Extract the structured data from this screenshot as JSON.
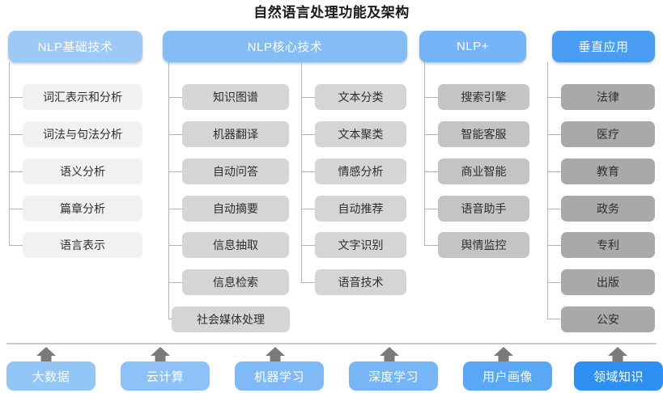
{
  "title": "自然语言处理功能及架构",
  "colors": {
    "header_1": "#9cc9f5",
    "header_2": "#84bdf5",
    "header_3": "#75b4f7",
    "header_4": "#4a9df2",
    "node_light": "#f1f1f1",
    "node_mid": "#d5d5d5",
    "node_gray": "#c4c4c4",
    "node_dark": "#a9a9a9",
    "line": "#b4b4b4",
    "arrow": "#7a7a7a",
    "divider": "#c9c9c9",
    "title_text": "#1b1b1b"
  },
  "columns": [
    {
      "id": "nlp-basic",
      "header": "NLP基础技术",
      "header_color": "#9cc9f5",
      "node_color": "#f1f1f1",
      "items": [
        "词汇表示和分析",
        "词法与句法分析",
        "语义分析",
        "篇章分析",
        "语言表示"
      ]
    },
    {
      "id": "nlp-core",
      "header": "NLP核心技术",
      "header_color": "#84bdf5",
      "node_color": "#d5d5d5",
      "items_left": [
        "知识图谱",
        "机器翻译",
        "自动问答",
        "自动摘要",
        "信息抽取",
        "信息检索",
        "社会媒体处理"
      ],
      "items_right": [
        "文本分类",
        "文本聚类",
        "情感分析",
        "自动推荐",
        "文字识别",
        "语音技术"
      ]
    },
    {
      "id": "nlp-plus",
      "header": "NLP+",
      "header_color": "#75b4f7",
      "node_color": "#c4c4c4",
      "items": [
        "搜索引擎",
        "智能客服",
        "商业智能",
        "语音助手",
        "舆情监控"
      ]
    },
    {
      "id": "vertical-apps",
      "header": "垂直应用",
      "header_color": "#4a9df2",
      "node_color": "#a9a9a9",
      "items": [
        "法律",
        "医疗",
        "教育",
        "政务",
        "专利",
        "出版",
        "公安"
      ]
    }
  ],
  "foundation": {
    "arrow_count": 6,
    "blocks": [
      {
        "label": "大数据",
        "color": "#92c6f7"
      },
      {
        "label": "云计算",
        "color": "#8cc2f7"
      },
      {
        "label": "机器学习",
        "color": "#7fbaf6"
      },
      {
        "label": "深度学习",
        "color": "#76b5f6"
      },
      {
        "label": "用户画像",
        "color": "#5aa8f5"
      },
      {
        "label": "领域知识",
        "color": "#2f90f3"
      }
    ]
  }
}
